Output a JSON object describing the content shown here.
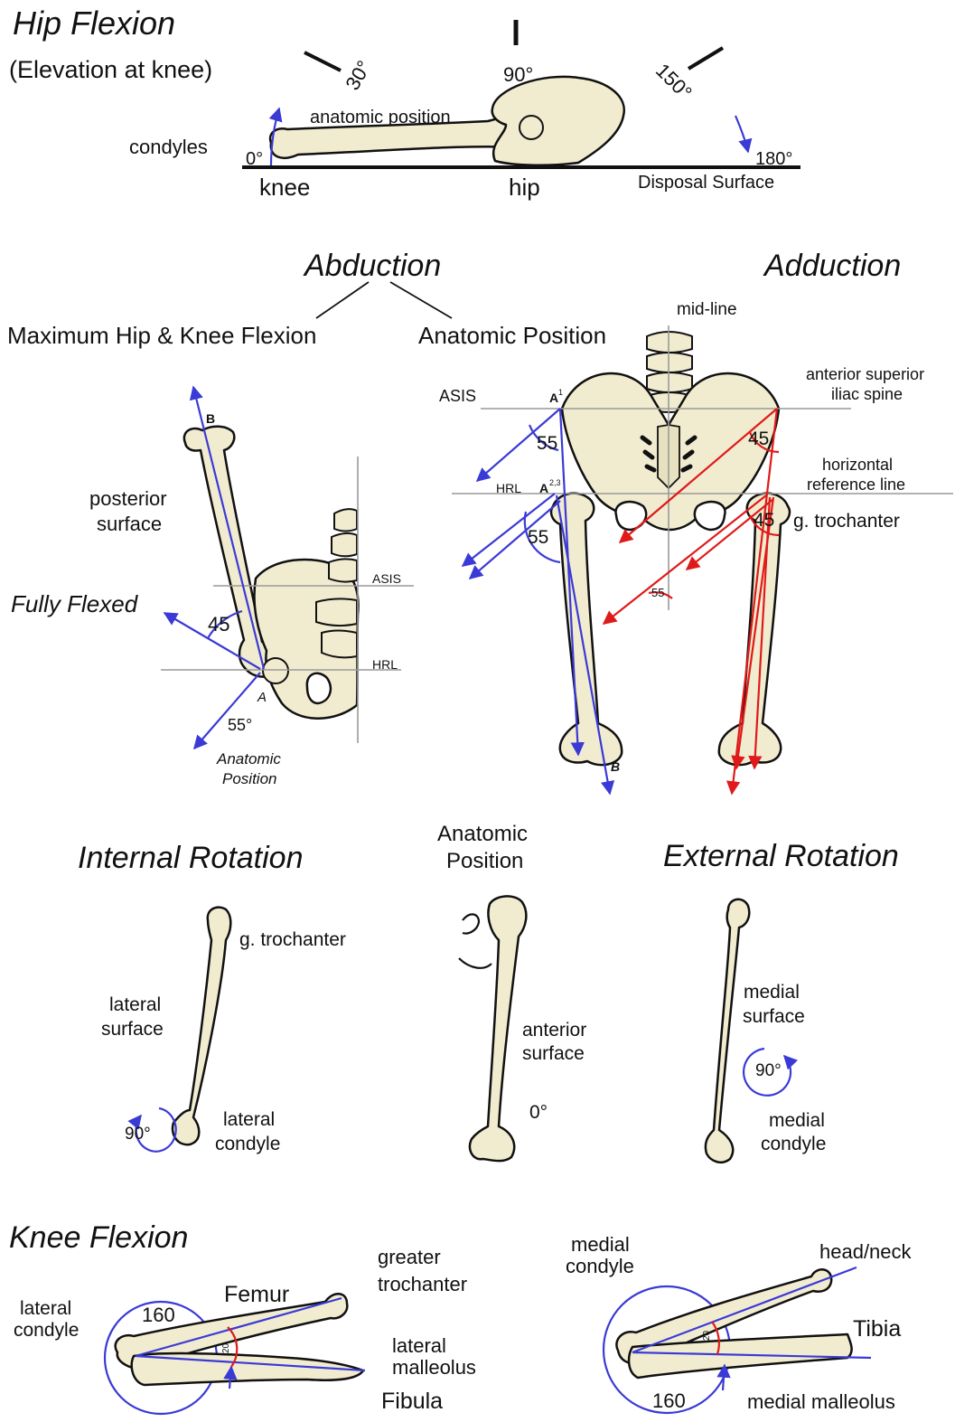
{
  "hip_flexion": {
    "title": "Hip Flexion",
    "subtitle": "(Elevation at knee)",
    "angle_30": "30°",
    "angle_90": "90°",
    "angle_150": "150°",
    "angle_0": "0°",
    "angle_180": "180°",
    "anatomic_position": "anatomic position",
    "condyles": "condyles",
    "knee": "knee",
    "hip": "hip",
    "disposal_surface": "Disposal Surface"
  },
  "abduction": {
    "title": "Abduction",
    "max_flexion": "Maximum Hip & Knee Flexion",
    "anatomic_position": "Anatomic Position",
    "label_b": "B",
    "posterior": "posterior",
    "surface": "surface",
    "asis": "ASIS",
    "fully_flexed": "Fully Flexed",
    "angle_45": "45",
    "hrl": "HRL",
    "label_a": "A",
    "angle_55": "55°",
    "anatomic": "Anatomic",
    "position": "Position"
  },
  "adduction": {
    "title": "Adduction",
    "midline": "mid-line",
    "asis": "ASIS",
    "a1": "A",
    "a1_sup": "1",
    "a23": "A",
    "a23_sup": "2,3",
    "hrl": "HRL",
    "asis_full_1": "anterior superior",
    "asis_full_2": "iliac spine",
    "hrl_full_1": "horizontal",
    "hrl_full_2": "reference line",
    "g_trochanter": "g. trochanter",
    "angle_55a": "55",
    "angle_55b": "55",
    "angle_45a": "45",
    "angle_45b": "45",
    "angle_55c": "55",
    "label_b": "B"
  },
  "rotation": {
    "internal": "Internal Rotation",
    "external": "External Rotation",
    "anatomic_1": "Anatomic",
    "anatomic_2": "Position",
    "g_trochanter": "g. trochanter",
    "lateral_1": "lateral",
    "lateral_2": "surface",
    "internal_angle": "90°",
    "lateral_condyle_1": "lateral",
    "lateral_condyle_2": "condyle",
    "anterior_1": "anterior",
    "anterior_2": "surface",
    "zero": "0°",
    "medial_1": "medial",
    "medial_2": "surface",
    "external_angle": "90°",
    "medial_condyle_1": "medial",
    "medial_condyle_2": "condyle"
  },
  "knee_flexion": {
    "title": "Knee Flexion",
    "lateral_condyle_1": "lateral",
    "lateral_condyle_2": "condyle",
    "femur": "Femur",
    "angle_160": "160",
    "angle_20": "20",
    "greater_troch_1": "greater",
    "greater_troch_2": "trochanter",
    "lateral_malleolus_1": "lateral",
    "lateral_malleolus_2": "malleolus",
    "fibula": "Fibula",
    "medial_condyle_1": "medial",
    "medial_condyle_2": "condyle",
    "head_neck": "head/neck",
    "tibia": "Tibia",
    "angle_20b": "20",
    "angle_160b": "160",
    "medial_malleolus": "medial malleolus"
  },
  "colors": {
    "bone": "#f1ecd0",
    "blue": "#3a3ad6",
    "red": "#e01a1a",
    "line": "#999999"
  }
}
